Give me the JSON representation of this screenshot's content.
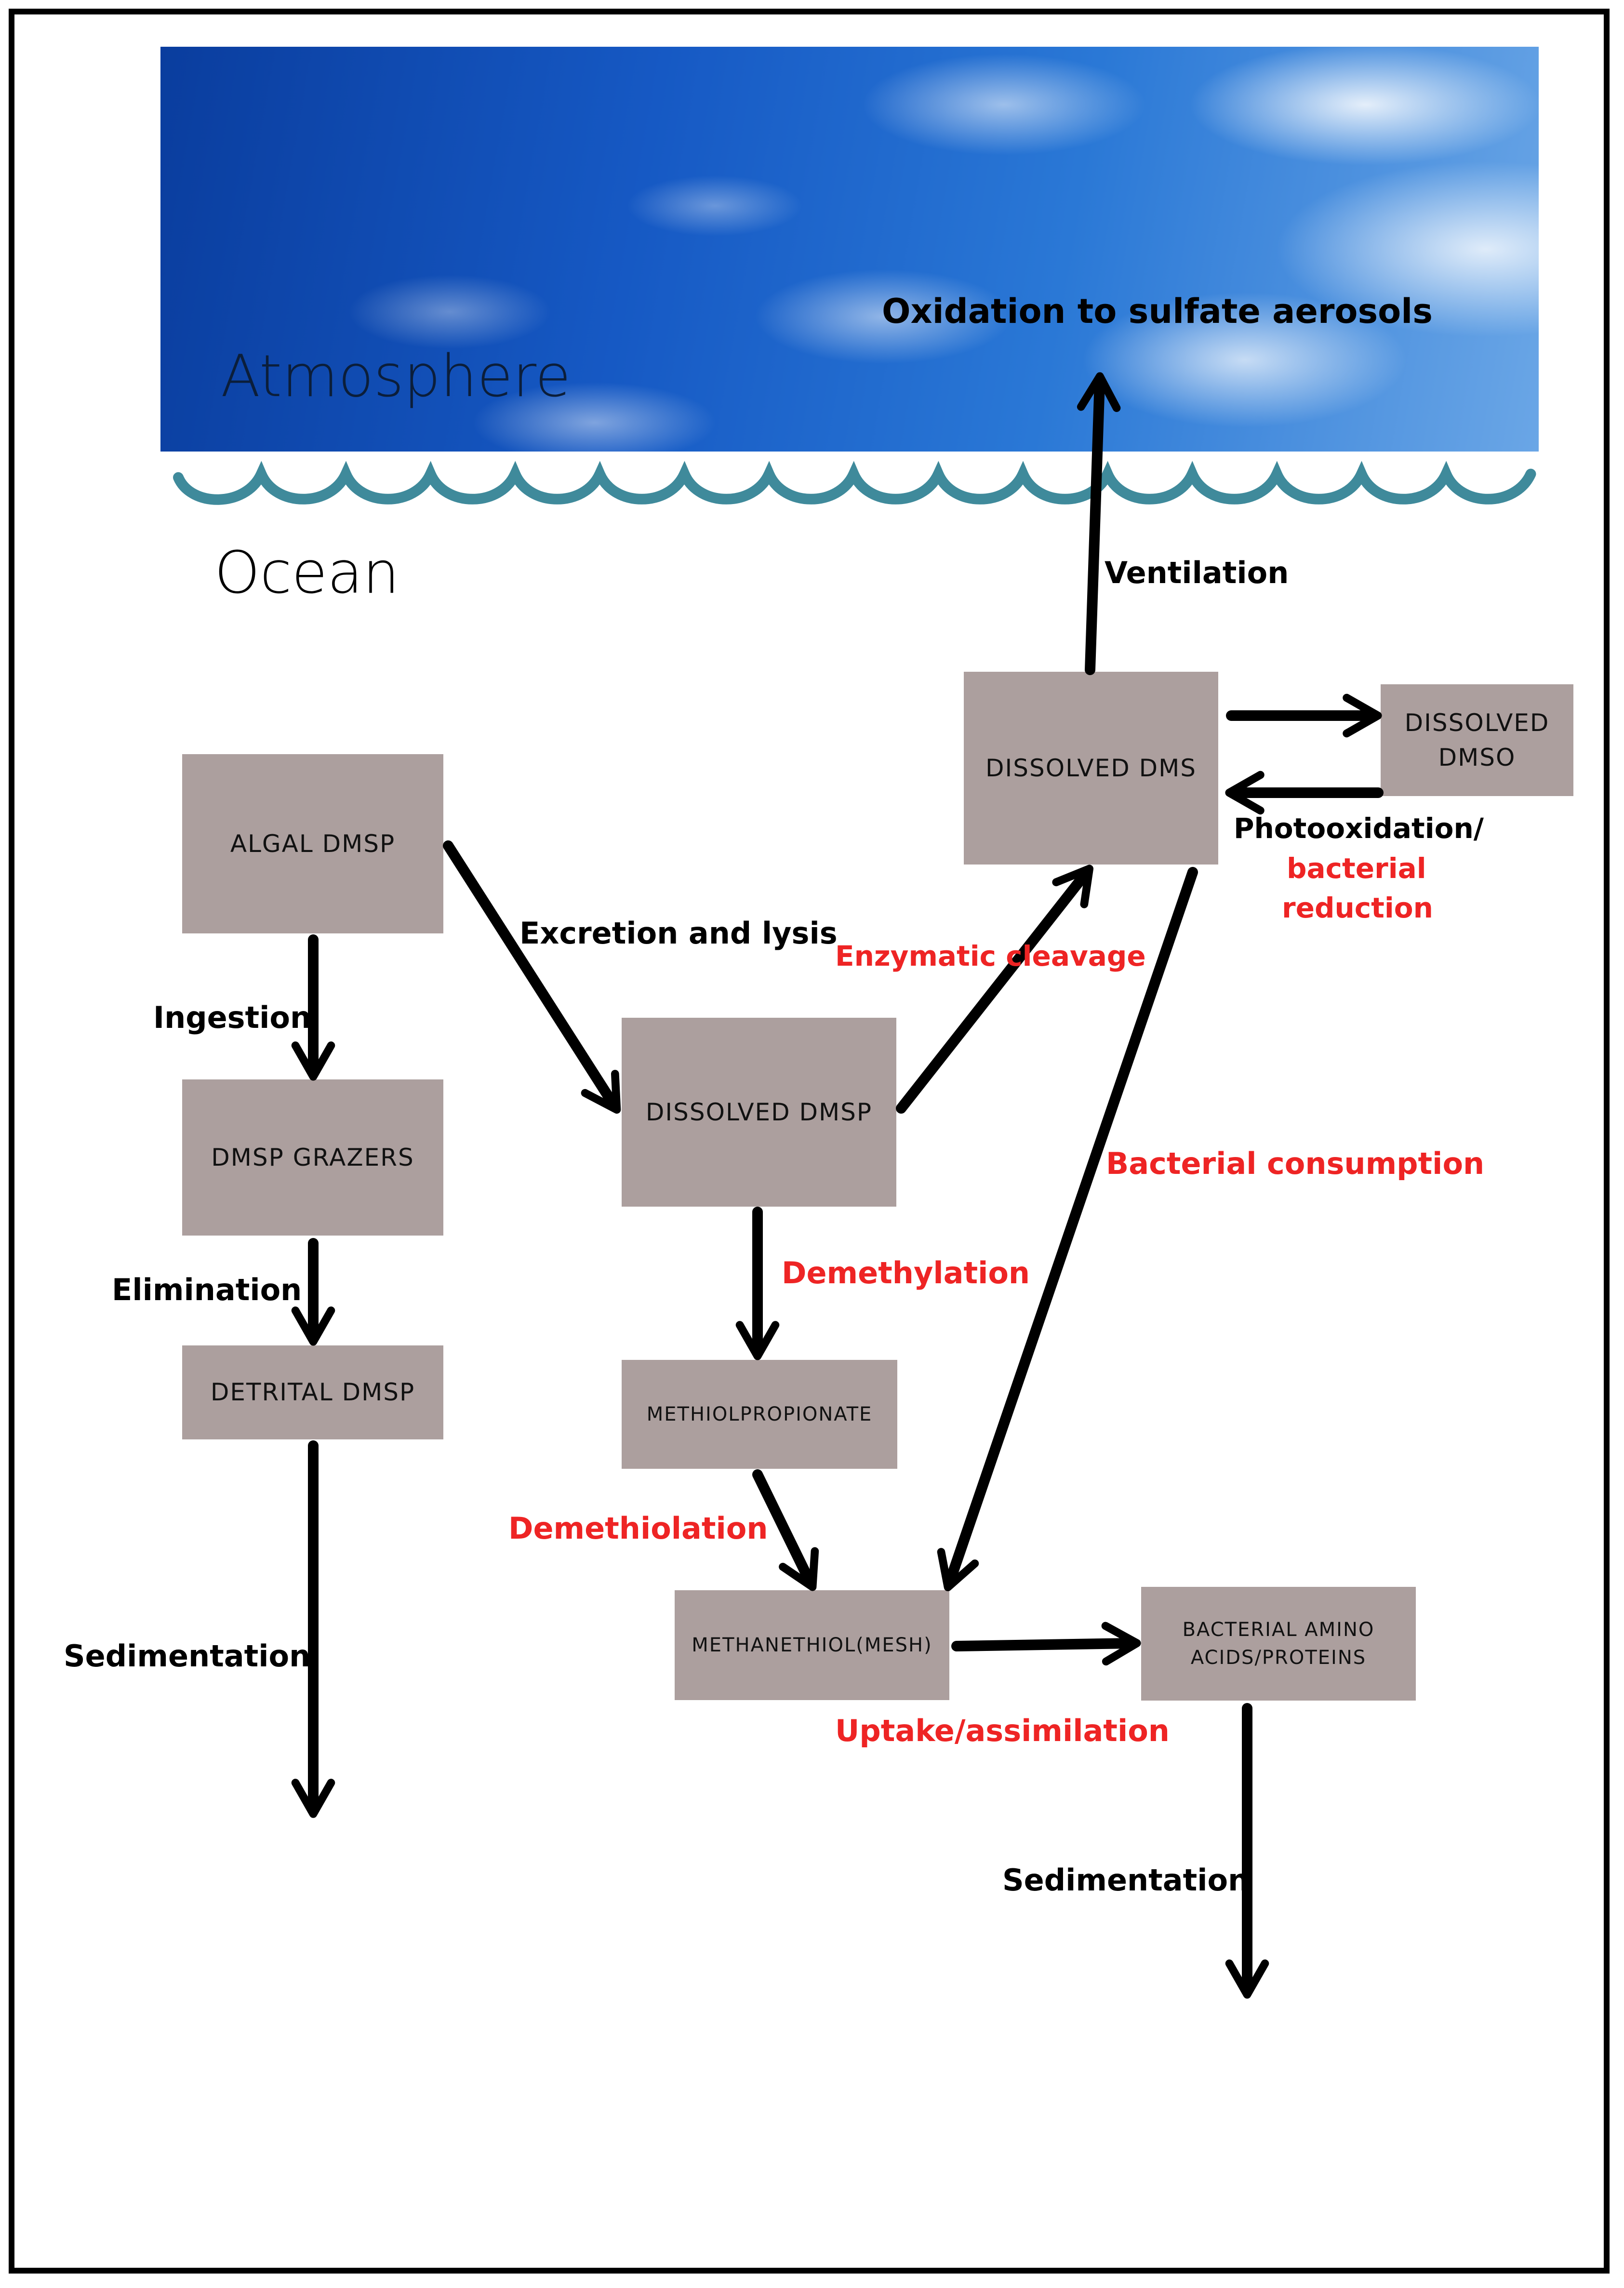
{
  "regions": {
    "atmosphere": "Atmosphere",
    "ocean": "Ocean",
    "atmosphere_process": "Oxidation to sulfate aerosols"
  },
  "boxes": {
    "algal_dmsp": "ALGAL DMSP",
    "dmsp_grazers": "DMSP GRAZERS",
    "detrital_dmsp": "DETRITAL DMSP",
    "dissolved_dmsp": "DISSOLVED DMSP",
    "dissolved_dms": "DISSOLVED DMS",
    "dissolved_dmso": "DISSOLVED DMSO",
    "methiolpropionate": "METHIOLPROPIONATE",
    "methanethiol": "METHANETHIOL(MESH)",
    "bacterial_amino": "BACTERIAL AMINO ACIDS/PROTEINS"
  },
  "labels": {
    "ventilation": "Ventilation",
    "excretion": "Excretion and lysis",
    "ingestion": "Ingestion",
    "elimination": "Elimination",
    "sedimentation_left": "Sedimentation",
    "sedimentation_right": "Sedimentation",
    "photooxidation": "Photooxidation/",
    "bacterial_reduction_1": "bacterial",
    "bacterial_reduction_2": "reduction",
    "enzymatic_cleavage": "Enzymatic cleavage",
    "bacterial_consumption": "Bacterial consumption",
    "demethylation": "Demethylation",
    "demethiolation": "Demethiolation",
    "uptake": "Uptake/assimilation"
  },
  "colors": {
    "box_fill": "#ac9f9e",
    "wave": "#3f8a9b",
    "red_label": "#ee2424",
    "arrow": "#000000"
  }
}
